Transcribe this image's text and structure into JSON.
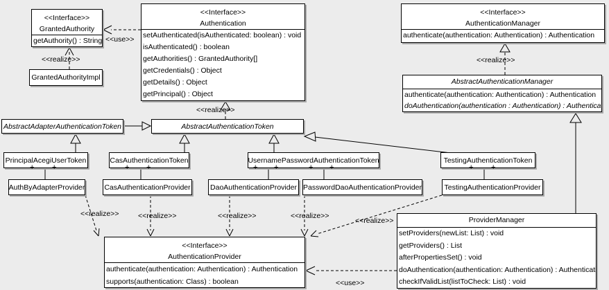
{
  "diagram_type": "uml-class-diagram",
  "labels": {
    "use": "<<use>>",
    "realize": "<<realize>>",
    "plus": "+"
  },
  "classes": {
    "granted_authority": {
      "stereotype": "<<Interface>>",
      "name": "GrantedAuthority",
      "methods": [
        "getAuthority() : String"
      ]
    },
    "granted_authority_impl": {
      "name": "GrantedAuthorityImpl"
    },
    "authentication": {
      "stereotype": "<<Interface>>",
      "name": "Authentication",
      "methods": [
        "setAuthenticated(isAuthenticated: boolean) : void",
        "isAuthenticated() : boolean",
        "getAuthorities() : GrantedAuthority[]",
        "getCredentials() : Object",
        "getDetails() : Object",
        "getPrincipal() : Object"
      ]
    },
    "authentication_manager": {
      "stereotype": "<<Interface>>",
      "name": "AuthenticationManager",
      "methods": [
        "authenticate(authentication: Authentication) : Authentication"
      ]
    },
    "abstract_authentication_manager": {
      "name": "AbstractAuthenticationManager",
      "methods": [
        "authenticate(authentication: Authentication) : Authentication",
        "doAuthentication(authentication : Authentication) : Authentication"
      ]
    },
    "abstract_adapter_authentication_token": {
      "name": "AbstractAdapterAuthenticationToken"
    },
    "abstract_authentication_token": {
      "name": "AbstractAuthenticationToken"
    },
    "principal_acegi_user_token": {
      "name": "PrincipalAcegiUserToken"
    },
    "cas_authentication_token": {
      "name": "CasAuthenticationToken"
    },
    "username_password_authentication_token": {
      "name": "UsernamePasswordAuthenticationToken"
    },
    "testing_authentication_token": {
      "name": "TestingAuthenticationToken"
    },
    "auth_by_adapter_provider": {
      "name": "AuthByAdapterProvider"
    },
    "cas_authentication_provider": {
      "name": "CasAuthenticationProvider"
    },
    "dao_authentication_provider": {
      "name": "DaoAuthenticationProvider"
    },
    "password_dao_authentication_provider": {
      "name": "PasswordDaoAuthenticationProvider"
    },
    "testing_authentication_provider": {
      "name": "TestingAuthenticationProvider"
    },
    "provider_manager": {
      "name": "ProviderManager",
      "methods": [
        "setProviders(newList: List) : void",
        "getProviders() : List",
        "afterPropertiesSet() : void",
        "doAuthentication(authentication: Authentication) : Authentication",
        "checkIfValidList(listToCheck: List) : void"
      ]
    },
    "authentication_provider": {
      "stereotype": "<<Interface>>",
      "name": "AuthenticationProvider",
      "methods": [
        "authenticate(authentication: Authentication) : Authentication",
        "supports(authentication: Class) : boolean"
      ]
    }
  }
}
